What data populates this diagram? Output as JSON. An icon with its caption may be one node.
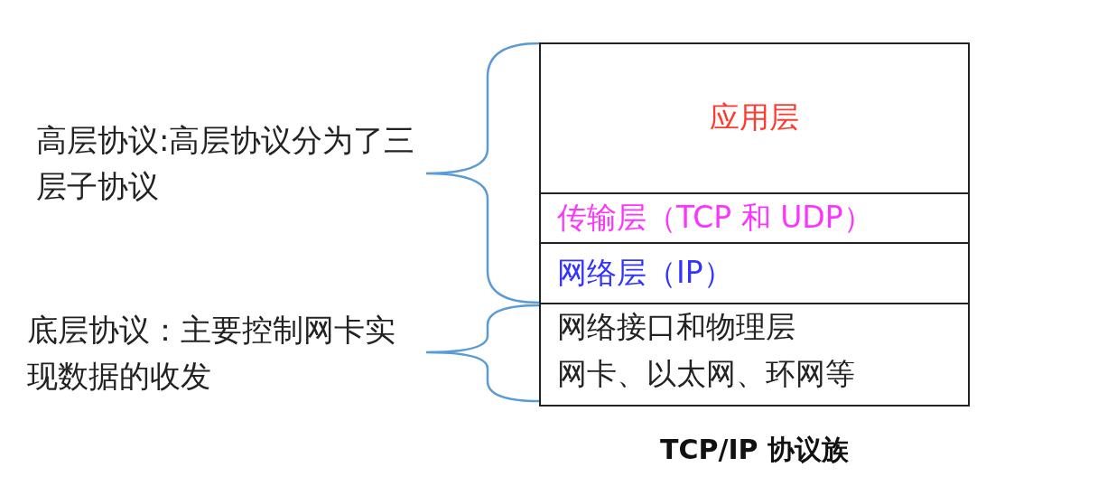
{
  "diagram": {
    "caption": "TCP/IP 协议族",
    "nodes": [
      {
        "text": [
          "应用层"
        ]
      },
      {
        "text": [
          "传输层（TCP 和 UDP）"
        ]
      },
      {
        "text": [
          "网络层（IP）"
        ]
      },
      {
        "text": [
          "网络接口和物理层",
          "网卡、以太网、环网等"
        ]
      }
    ],
    "labels": [
      "高层协议:高层协议分为了三层子协议",
      "底层协议：主要控制网卡实现数据的收发"
    ]
  }
}
